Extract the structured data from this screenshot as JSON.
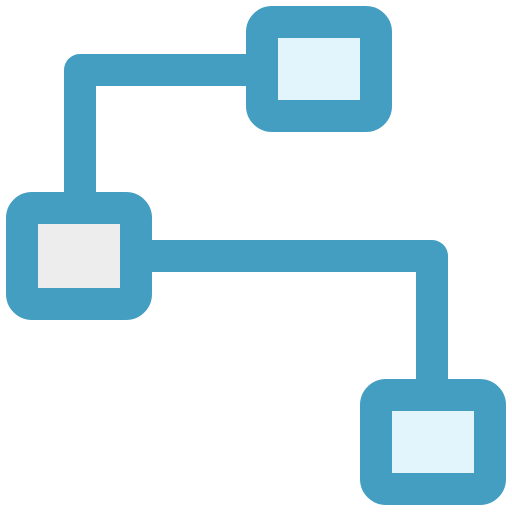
{
  "icon": {
    "name": "hierarchy-flow-icon",
    "colors": {
      "stroke": "#449EC2",
      "root_fill": "#EDEDED",
      "child_fill": "#E2F4FC",
      "background": "#FFFFFF"
    },
    "nodes": [
      {
        "id": "root",
        "role": "root-node",
        "fill_key": "root_fill"
      },
      {
        "id": "top",
        "role": "child-node",
        "fill_key": "child_fill"
      },
      {
        "id": "bottom",
        "role": "child-node",
        "fill_key": "child_fill"
      }
    ],
    "connectors": [
      {
        "from": "root",
        "to": "top"
      },
      {
        "from": "root",
        "to": "bottom"
      }
    ]
  }
}
